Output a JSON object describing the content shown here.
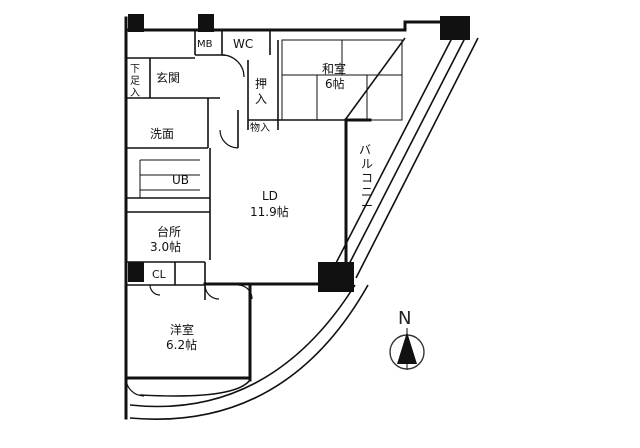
{
  "rooms": {
    "mb": "MB",
    "wc": "WC",
    "shoe": [
      "下",
      "足",
      "入"
    ],
    "genkan": "玄関",
    "oshiire": [
      "押",
      "入"
    ],
    "washitsu": {
      "name": "和室",
      "size": "6帖"
    },
    "yoshitsu_closet": "物入",
    "senmen": "洗面",
    "ub": "UB",
    "ld": {
      "name": "LD",
      "size": "11.9帖"
    },
    "daidokoro": {
      "name": "台所",
      "size": "3.0帖"
    },
    "cl": "CL",
    "yoshitsu": {
      "name": "洋室",
      "size": "6.2帖"
    },
    "balcony": [
      "バ",
      "ル",
      "コ",
      "ニ",
      "ー"
    ]
  },
  "compass": {
    "label": "N"
  }
}
